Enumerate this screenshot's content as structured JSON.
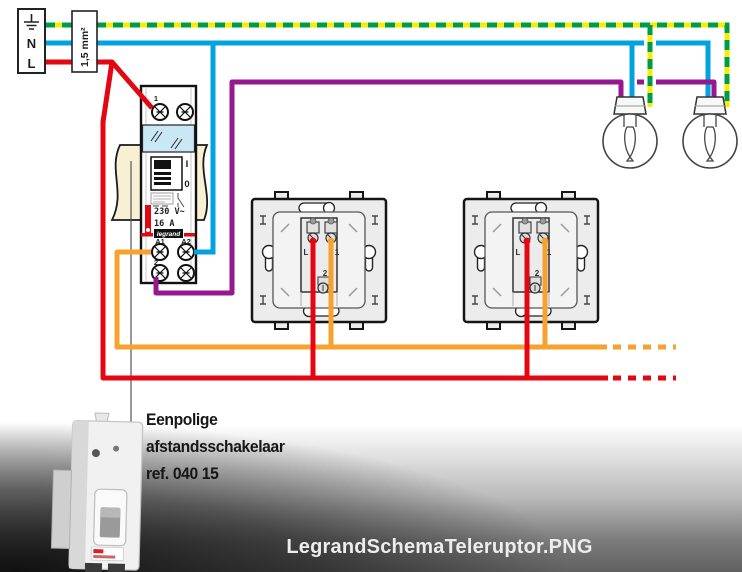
{
  "supply": {
    "neutral": "N",
    "line": "L",
    "wire_size": "1,5 mm²"
  },
  "teleruptor": {
    "terminal_1": "1",
    "terminal_2": "2",
    "a1": "A1",
    "a2": "A2",
    "voltage": "230 V~",
    "current": "16 A",
    "brand": "legrand",
    "lever_on": "I",
    "lever_off": "0"
  },
  "pushbutton": {
    "live": "L",
    "lamp": "1",
    "aux": "2"
  },
  "caption": {
    "line1": "Eenpolige",
    "line2": "afstandsschakelaar",
    "line3": "ref. 040 15"
  },
  "footer": {
    "filename": "LegrandSchemaTeleruptor.PNG"
  },
  "colors": {
    "live_red": "#e30613",
    "neutral_cyan": "#00a3df",
    "earth_yellow": "#f8ec00",
    "earth_green": "#009b48",
    "switched_purple": "#96188f",
    "return_orange": "#f7a12f",
    "din_rail_beige": "#f8f0d4",
    "glass_blue": "#c9e7f5"
  }
}
